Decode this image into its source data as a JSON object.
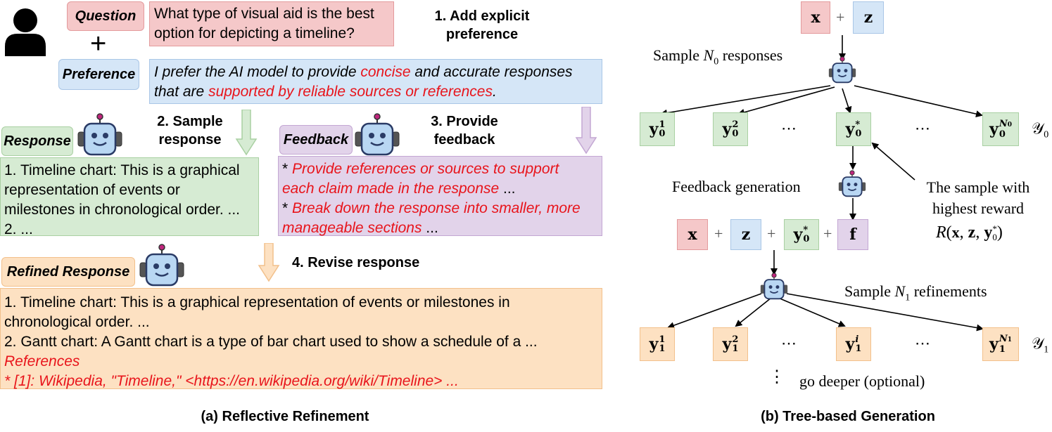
{
  "left": {
    "question_label": "Question",
    "question_line1": "What type of visual aid is the best",
    "question_line2": "option for depicting a timeline?",
    "plus": "+",
    "preference_label": "Preference",
    "pref_l1_a": "I prefer the AI model to provide ",
    "pref_l1_b": "concise",
    "pref_l1_c": " and accurate responses",
    "pref_l2_a": "that are ",
    "pref_l2_b": "supported by reliable sources or references",
    "pref_l2_c": ".",
    "step1_l1": "1. Add explicit",
    "step1_l2": "preference",
    "step2_l1": "2. Sample",
    "step2_l2": "response",
    "step3_l1": "3. Provide",
    "step3_l2": "feedback",
    "step4": "4. Revise response",
    "response_label": "Response",
    "response_lines": [
      "1. Timeline chart: This is a graphical",
      "representation of events or",
      "milestones in chronological order. ...",
      "2. ..."
    ],
    "feedback_label": "Feedback",
    "fb1_star": "* ",
    "fb1_l1": "Provide references or sources to support",
    "fb1_l2": "each claim made in the response",
    "fb1_tail": " ...",
    "fb2_star": "* ",
    "fb2_l1": "Break down the response into smaller, more",
    "fb2_l2": "manageable sections",
    "fb2_tail": " ...",
    "refined_label": "Refined Response",
    "refined_lines": [
      "1. Timeline chart: This is a graphical representation of events or milestones in",
      "chronological order. ...",
      "2. Gantt chart: A Gantt chart is a type of bar chart used to show a schedule of a ..."
    ],
    "refined_red1": "References",
    "refined_red2": "* [1]: Wikipedia, \"Timeline,\" <https://en.wikipedia.org/wiki/Timeline> ...",
    "caption": "(a) Reflective Refinement"
  },
  "right": {
    "x": "x",
    "z": "z",
    "plus": "+",
    "sample_n0_a": "Sample ",
    "sample_n0_sym": "N",
    "sample_n0_sub": "0",
    "sample_n0_b": " responses",
    "y": "y",
    "sub0": "0",
    "sub1": "1",
    "sup1": "1",
    "sup2": "2",
    "supstar": "*",
    "supi": "i",
    "supN0": "N",
    "supN0sub": "0",
    "supN1": "N",
    "supN1sub": "1",
    "dots": "⋯",
    "Y": "𝒴",
    "feedback_generation": "Feedback generation",
    "highest_l1": "The sample with",
    "highest_l2": "highest reward",
    "reward": "R(x, z, y",
    "reward_sup": "*",
    "reward_sub": "0",
    "reward_end": ")",
    "f": "f",
    "sample_n1_a": "Sample ",
    "sample_n1_sym": "N",
    "sample_n1_sub": "1",
    "sample_n1_b": " refinements",
    "vdots": "⋮",
    "go_deeper": "go deeper (optional)",
    "caption": "(b) Tree-based Generation"
  },
  "colors": {
    "question": "#f5c8c9",
    "preference": "#d5e6f7",
    "response": "#d6ebd3",
    "feedback": "#e2d3ea",
    "refined": "#fde1c2",
    "highlight_red": "#e8141b"
  },
  "icons": [
    "user-icon",
    "robot-icon",
    "down-arrow-icon"
  ]
}
